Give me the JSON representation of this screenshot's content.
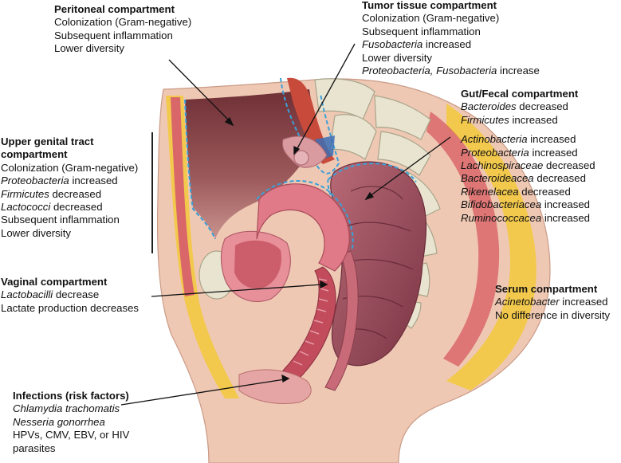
{
  "peritoneal": {
    "title": "Peritoneal compartment",
    "lines": [
      "Colonization (Gram-negative)",
      "Subsequent inflammation",
      "Lower diversity"
    ]
  },
  "tumor": {
    "title": "Tumor tissue compartment",
    "l1": "Colonization (Gram-negative)",
    "l2": "Subsequent inflammation",
    "l3_italic": "Fusobacteria",
    "l3_rest": " increased",
    "l4": "Lower diversity",
    "l5_italic": "Proteobacteria, Fusobacteria",
    "l5_rest": " increase"
  },
  "gut": {
    "title": "Gut/Fecal compartment",
    "items": [
      {
        "taxon": "Bacteroides",
        "change": " decreased"
      },
      {
        "taxon": "Firmicutes",
        "change": " increased"
      },
      {
        "taxon": "Actinobacteria",
        "change": " increased"
      },
      {
        "taxon": "Proteobacteria",
        "change": " increased"
      },
      {
        "taxon": "Lachinospiraceae",
        "change": " decreased"
      },
      {
        "taxon": "Bacteroideacea",
        "change": " decreased"
      },
      {
        "taxon": "Rikenelacea",
        "change": " decreased"
      },
      {
        "taxon": "Bifidobacteriacea",
        "change": " increased"
      },
      {
        "taxon": "Ruminococcacea",
        "change": " increased"
      }
    ]
  },
  "upper": {
    "title1": "Upper genital tract",
    "title2": "compartment",
    "l1": "Colonization (Gram-negative)",
    "l2_italic": "Proteobacteria",
    "l2_rest": " increased",
    "l3_italic": "Firmicutes",
    "l3_rest": " decreased",
    "l4_italic": "Lactococci",
    "l4_rest": " decreased",
    "l5": "Subsequent inflammation",
    "l6": "Lower diversity"
  },
  "vaginal": {
    "title": "Vaginal compartment",
    "l1_italic": "Lactobacilli",
    "l1_rest": " decrease",
    "l2": "Lactate production decreases"
  },
  "serum": {
    "title": "Serum compartment",
    "l1_italic": "Acinetobacter",
    "l1_rest": " increased",
    "l2": "No difference in diversity"
  },
  "infections": {
    "title": "Infections (risk factors)",
    "l1": "Chlamydia trachomatis",
    "l2": "Nesseria gonorrhea",
    "l3": "HPVs, CMV, EBV, or HIV",
    "l4": "parasites"
  },
  "colors": {
    "skin": "#efc8b4",
    "fat": "#f2c94c",
    "cavity": "#8a4a4a",
    "uterus": "#e07a88",
    "bowel": "#9a4f5e",
    "bone": "#e8e4d0",
    "dashed_outline": "#3aa0d8"
  }
}
